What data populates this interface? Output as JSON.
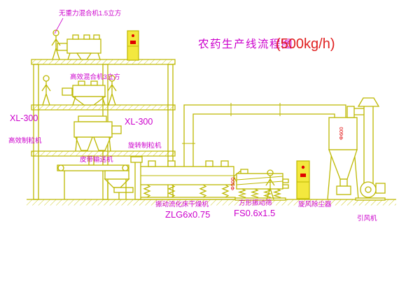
{
  "title": {
    "text": "农药生产线流程图",
    "capacity": "(500kg/h)"
  },
  "labels": {
    "top_mixer": "无重力混合机1.5立方",
    "mid_mixer": "高效混合机3立方",
    "left_granulator_model": "XL-300",
    "left_granulator": "高效制粒机",
    "right_granulator_model": "XL-300",
    "right_granulator": "旋转制粒机",
    "belt_conveyor": "皮带输送机",
    "dryer": "振动流化床干燥机",
    "dryer_model": "ZLG6x0.75",
    "sieve": "方形振动筛",
    "sieve_model": "FS0.6x1.5",
    "cyclone": "旋风除尘器",
    "fan": "引风机"
  },
  "annotations": {
    "duct_dia": "Φ600",
    "pipe_dia": "Φ500"
  },
  "colors": {
    "line": "#bdb800",
    "label": "#cc00cc",
    "accent_red": "#e00000",
    "cabinet_fill": "#f3e83e"
  }
}
